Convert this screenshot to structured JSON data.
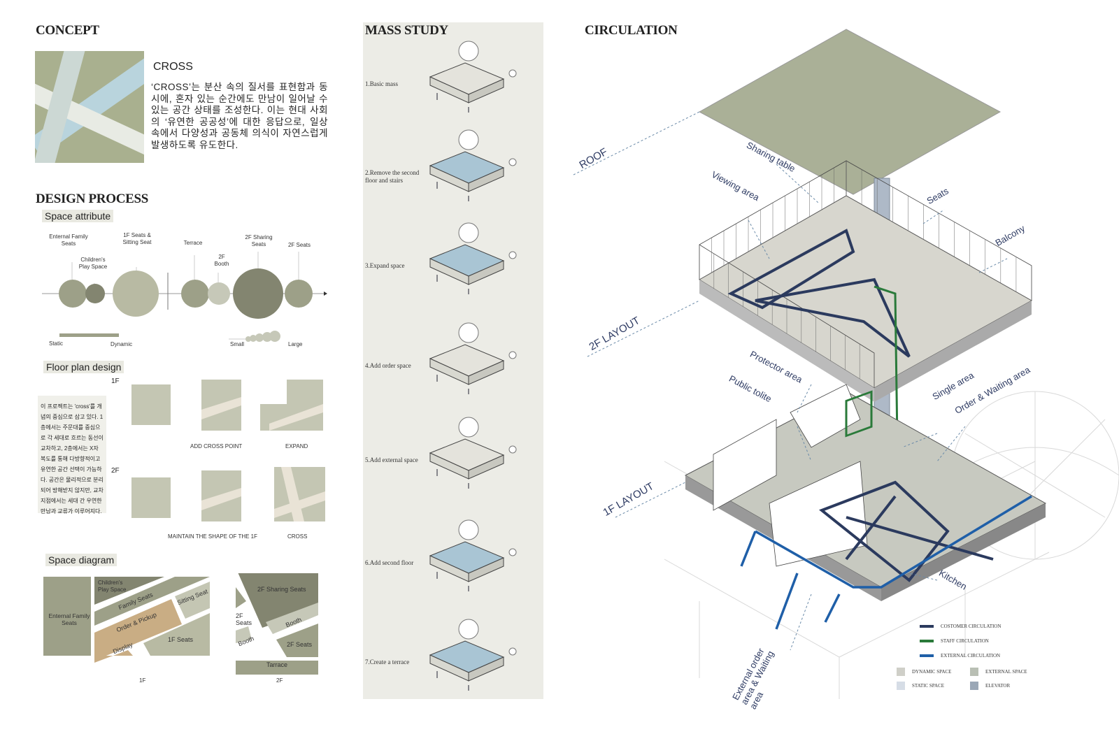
{
  "concept": {
    "title": "CONCEPT",
    "subtitle": "CROSS",
    "text": "‘CROSS’는 분산 속의 질서를 표현함과 동시에, 혼자 있는 순간에도 만남이 일어날 수 있는 공간 상태를 조성한다. 이는 현대 사회의 ‘유연한 공공성’에 대한 응답으로, 일상 속에서 다양성과 공동체 의식이 자연스럽게 발생하도록 유도한다."
  },
  "design_process": {
    "title": "DESIGN PROCESS",
    "space_attribute": {
      "tag": "Space attribute",
      "items": [
        "Enternal Family Seats",
        "Children's Play Space",
        "1F Seats & Sitting Seat",
        "Terrace",
        "2F Booth",
        "2F Sharing Seats",
        "2F Seats"
      ],
      "scale_static": "Static",
      "scale_dynamic": "Dynamic",
      "scale_small": "Small",
      "scale_large": "Large"
    },
    "floor_plan": {
      "tag": "Floor plan design",
      "text": "이 프로젝트는 'cross'를 개념의 중심으로 삼고 있다. 1층에서는 주문대를 중심으로 각 세대로 흐르는 동선이 교차하고, 2층에서는 X자 복도를 통해 다방향적이고 유연한 공간 선택이 가능하다. 공간은 물리적으로 분리되어 방해받지 않지만, 교차 지점에서는 세대 간 우연한 만남과 교류가 이루어지다.",
      "floor_1f": "1F",
      "floor_2f": "2F",
      "labels": [
        "ADD CROSS POINT",
        "EXPAND",
        "MAINTAIN THE SHAPE OF THE 1F",
        "CROSS"
      ]
    },
    "space_diagram": {
      "tag": "Space diagram",
      "f1": [
        "Enternal Family Seats",
        "Children's Play Space",
        "Family Seats",
        "Sitting Seat",
        "Order & Pickup",
        "1F Seats",
        "Display"
      ],
      "f2": [
        "2F Sharing Seats",
        "2F Seats",
        "Booth",
        "Booth",
        "2F Seats",
        "Tarrace"
      ],
      "cap1": "1F",
      "cap2": "2F"
    }
  },
  "mass_study": {
    "title": "MASS STUDY",
    "steps": [
      "1.Basic mass",
      "2.Remove the second floor and stairs",
      "3.Expand space",
      "4.Add order space",
      "5.Add external space",
      "6.Add second floor",
      "7.Create a terrace"
    ]
  },
  "circulation": {
    "title": "CIRCULATION",
    "floors": [
      "ROOF",
      "2F LAYOUT",
      "1F LAYOUT"
    ],
    "areas": [
      "Sharing table",
      "Viewing area",
      "Seats",
      "Balcony",
      "Protector area",
      "Public tolite",
      "Single area",
      "Order & Waiting area",
      "Kitchen",
      "External order area & Waiting area"
    ],
    "legend": [
      {
        "label": "COSTOMER CIRCULATION",
        "color": "#2b3a5e"
      },
      {
        "label": "STAFF CIRCULATION",
        "color": "#2a7a3a"
      },
      {
        "label": "EXTERNAL CIRCULATION",
        "color": "#1f5fa8"
      }
    ],
    "spaces": [
      {
        "label": "DYNAMIC SPACE",
        "color": "#cfcfc8"
      },
      {
        "label": "EXTERNAL SPACE",
        "color": "#b9bfb4"
      },
      {
        "label": "STATIC SPACE",
        "color": "#d6dde6"
      },
      {
        "label": "ELEVATOR",
        "color": "#9aa7b6"
      }
    ]
  }
}
